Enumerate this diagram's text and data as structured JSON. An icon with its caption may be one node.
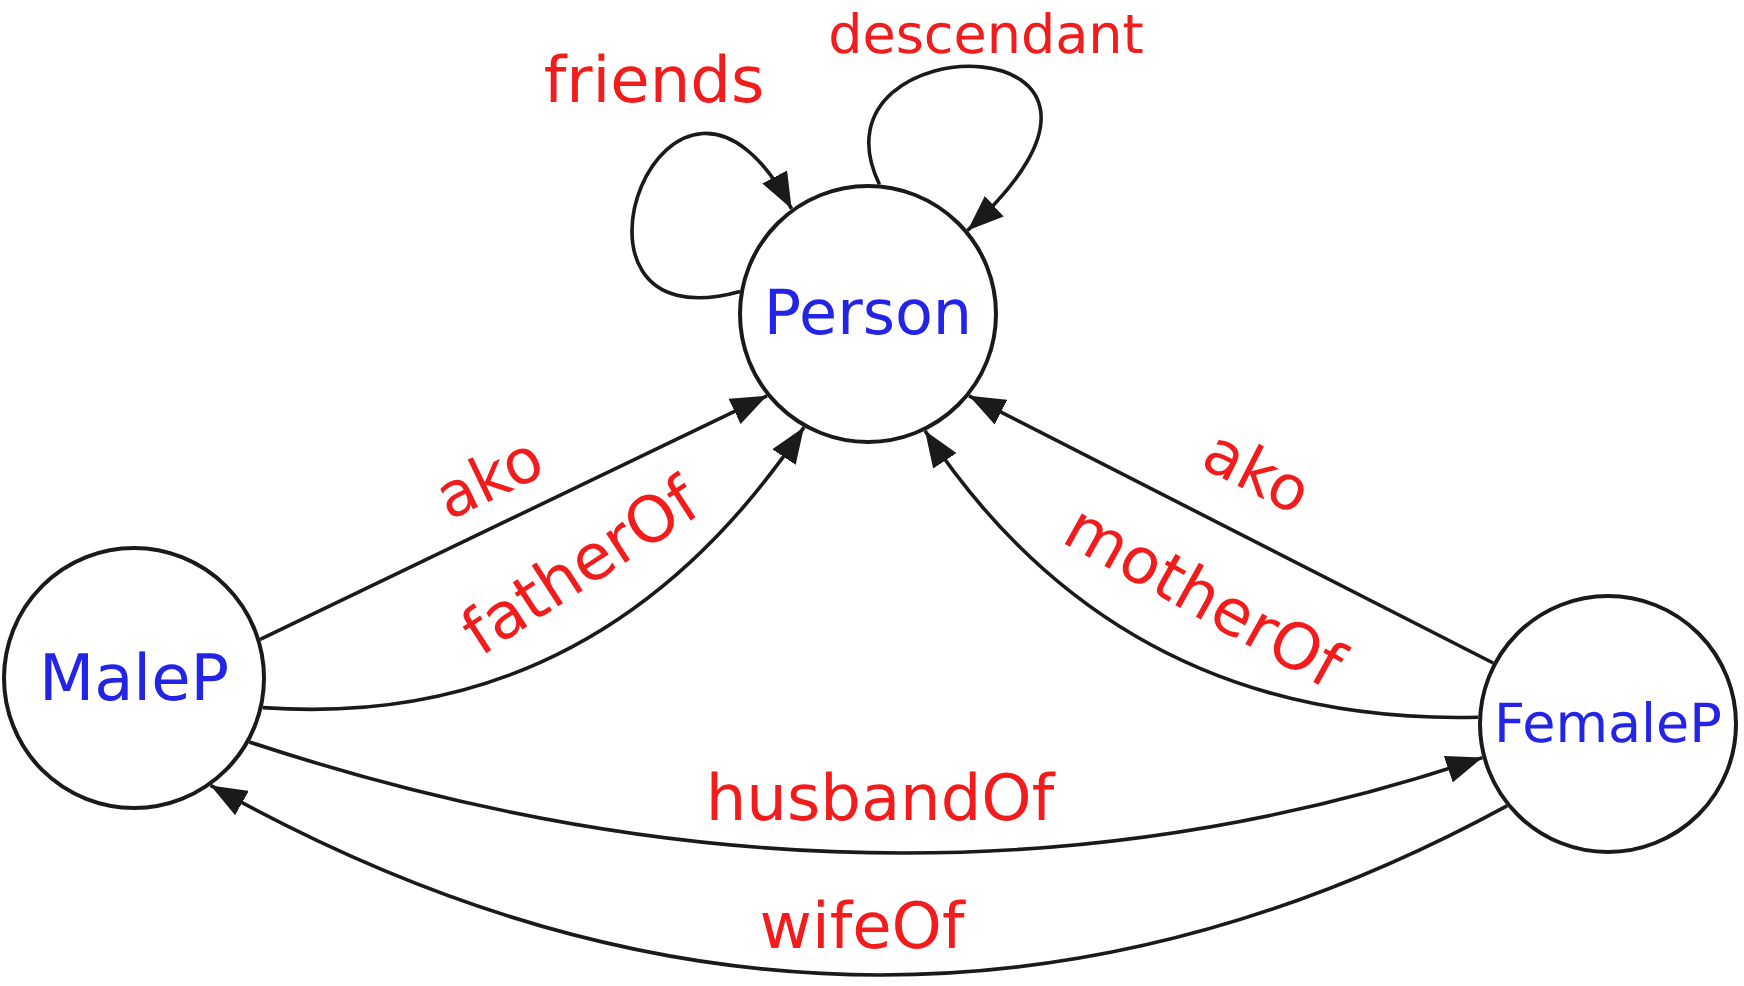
{
  "diagram": {
    "nodes": [
      {
        "text": [
          "Person"
        ]
      },
      {
        "text": [
          "MaleP"
        ]
      },
      {
        "text": [
          "FemaleP"
        ]
      }
    ],
    "edges": [
      {
        "from": 0,
        "to": 0,
        "arrow": "to",
        "label": "friends"
      },
      {
        "from": 0,
        "to": 0,
        "arrow": "to",
        "label": "descendant"
      },
      {
        "from": 1,
        "to": 0,
        "arrow": "to",
        "label": "ako"
      },
      {
        "from": 1,
        "to": 0,
        "arrow": "to",
        "label": "fatherOf"
      },
      {
        "from": 2,
        "to": 0,
        "arrow": "to",
        "label": "ako"
      },
      {
        "from": 2,
        "to": 0,
        "arrow": "to",
        "label": "motherOf"
      },
      {
        "from": 1,
        "to": 2,
        "arrow": "to",
        "label": "husbandOf"
      },
      {
        "from": 2,
        "to": 1,
        "arrow": "to",
        "label": "wifeOf"
      }
    ]
  }
}
